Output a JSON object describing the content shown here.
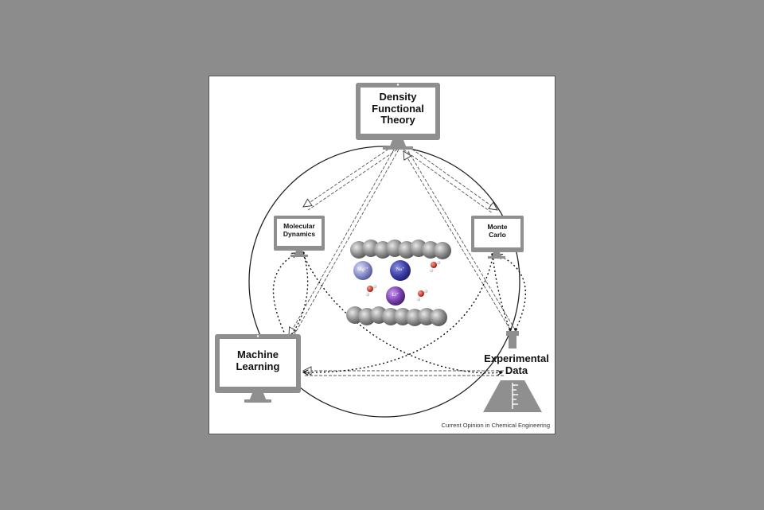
{
  "nodes": {
    "dft": {
      "line1": "Density",
      "line2": "Functional",
      "line3": "Theory",
      "icon": "monitor-icon"
    },
    "md": {
      "line1": "Molecular",
      "line2": "Dynamics",
      "icon": "monitor-icon"
    },
    "mc": {
      "line1": "Monte",
      "line2": "Carlo",
      "icon": "monitor-icon"
    },
    "ml": {
      "line1": "Machine",
      "line2": "Learning",
      "icon": "monitor-icon"
    },
    "exp": {
      "line1": "Experimental",
      "line2": "Data",
      "icon": "flask-icon"
    }
  },
  "ions": {
    "mg": "Mg²⁺",
    "na": "Na⁺",
    "li": "Li⁺"
  },
  "credit": "Current Opinion in Chemical Engineering",
  "colors": {
    "background": "#8c8c8c",
    "panel": "#ffffff",
    "device": "#8f8f8f",
    "line": "#222222",
    "mg_ion": "#8a8fc9",
    "na_ion": "#3c3fa8",
    "li_ion": "#7a3fb0"
  }
}
